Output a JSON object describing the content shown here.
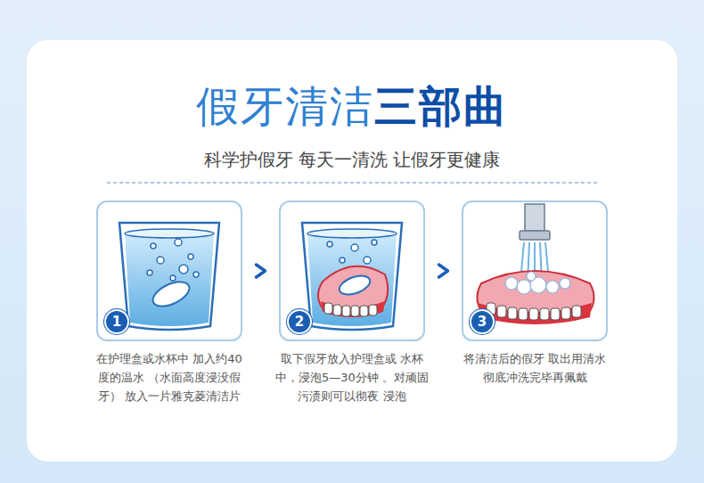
{
  "diagram": {
    "title": "假牙清洁",
    "nodes": [
      {
        "text": [
          "1",
          "在护理盒或水杯中 加入约40度的温水 （水面高度浸没假牙） 放入一片雅克菱清洁片"
        ]
      },
      {
        "text": [
          "2",
          "取下假牙放入护理盒或 水杯中，浸泡5—30分钟 。对顽固污渍则可以彻夜 浸泡"
        ]
      },
      {
        "text": [
          "3",
          "将清洁后的假牙 取出用清水 彻底冲洗完毕再佩戴"
        ]
      }
    ],
    "edges": [
      {
        "from": 0,
        "to": 1,
        "arrow": "to"
      },
      {
        "from": 1,
        "to": 2,
        "arrow": "to"
      }
    ],
    "labels": [
      "三部曲",
      "科学护假牙 每天一清洗 让假牙更健康"
    ]
  }
}
